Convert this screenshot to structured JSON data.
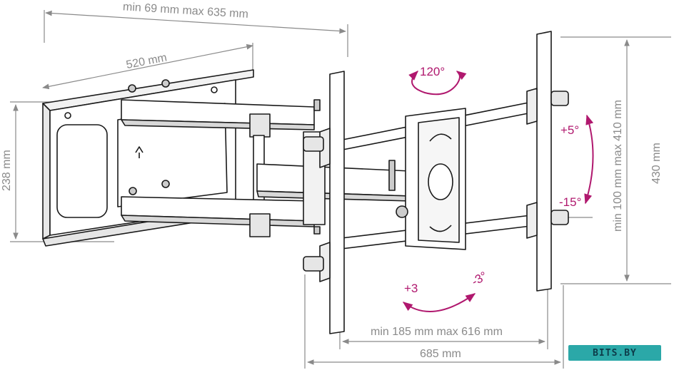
{
  "dimensions": {
    "arm_extension": "min 69 mm max 635 mm",
    "wall_plate_width": "520 mm",
    "wall_plate_height": "238 mm",
    "vesa_vertical": "min 100 mm max 410 mm",
    "bracket_height": "430 mm",
    "vesa_horizontal": "min 185 mm max 616 mm",
    "bracket_width": "685 mm"
  },
  "angles": {
    "swivel": "120°",
    "tilt_up": "+5°",
    "tilt_down": "-15°",
    "level_plus": "+3",
    "level_minus": "-3°"
  },
  "watermark": {
    "text": "BITS.BY"
  },
  "colors": {
    "dimension": "#8a8a8a",
    "angle": "#b0186e",
    "line": "#1a1a1a",
    "badge": "#2ba8a8"
  }
}
